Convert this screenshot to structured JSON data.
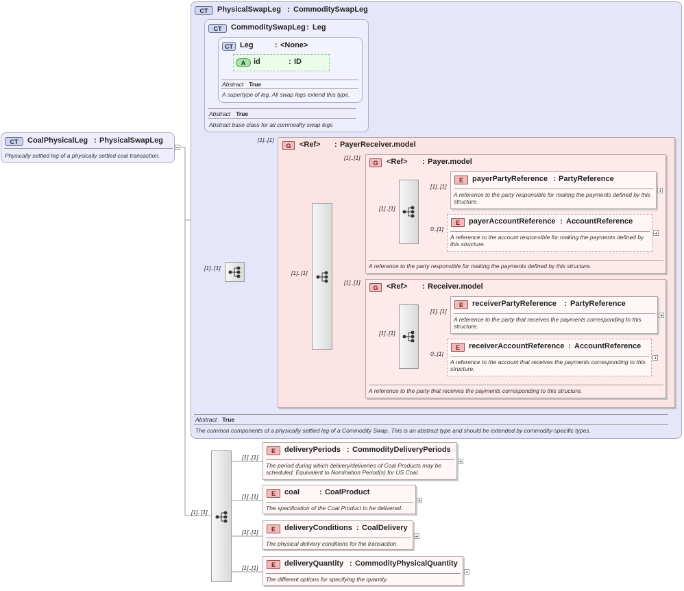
{
  "root": {
    "badge": "CT",
    "name": "CoalPhysicalLeg",
    "type": "PhysicalSwapLeg",
    "doc": "Physically settled leg of a physically settled coal transaction."
  },
  "physical_swap_leg": {
    "badge": "CT",
    "name": "PhysicalSwapLeg",
    "type": "CommoditySwapLeg",
    "abstract_label": "Abstract",
    "abstract_value": "True",
    "doc": "The common components of a physically settled leg of a Commodity Swap. This is an abstract type and should be extended by commodity-specific types."
  },
  "commodity_swap_leg": {
    "badge": "CT",
    "name": "CommoditySwapLeg",
    "type": "Leg",
    "abstract_label": "Abstract",
    "abstract_value": "True",
    "doc": "Abstract base class for all commodity swap legs"
  },
  "leg": {
    "badge": "CT",
    "name": "Leg",
    "type": "<None>",
    "abstract_label": "Abstract",
    "abstract_value": "True",
    "doc": "A supertype of leg. All swap legs extend this type.",
    "attribute": {
      "badge": "A",
      "name": "id",
      "type": "ID"
    }
  },
  "payer_receiver_model": {
    "badge": "G",
    "ref": "<Ref>",
    "type": "PayerReceiver.model",
    "card": "[1]..[1]",
    "seq_card": "[1]..[1]"
  },
  "payer_model": {
    "badge": "G",
    "ref": "<Ref>",
    "type": "Payer.model",
    "card": "[1]..[1]",
    "seq_card": "[1]..[1]",
    "doc": "A reference to the party responsible for making the payments defined by this structure.",
    "elements": [
      {
        "badge": "E",
        "name": "payerPartyReference",
        "type": "PartyReference",
        "card": "[1]..[1]",
        "doc": "A reference to the party responsible for making the payments defined by this structure."
      },
      {
        "badge": "E",
        "name": "payerAccountReference",
        "type": "AccountReference",
        "card": "0..[1]",
        "doc": "A reference to the account responsible for making the payments defined by this structure."
      }
    ]
  },
  "receiver_model": {
    "badge": "G",
    "ref": "<Ref>",
    "type": "Receiver.model",
    "card": "[1]..[1]",
    "seq_card": "[1]..[1]",
    "doc": "A reference to the party that receives the payments corresponding to this structure.",
    "elements": [
      {
        "badge": "E",
        "name": "receiverPartyReference",
        "type": "PartyReference",
        "card": "[1]..[1]",
        "doc": "A reference to the party that receives the payments corresponding to this structure."
      },
      {
        "badge": "E",
        "name": "receiverAccountReference",
        "type": "AccountReference",
        "card": "0..[1]",
        "doc": "A reference to the account that receives the payments corresponding to this structure."
      }
    ]
  },
  "outer_seq_card": "[1]..[1]",
  "bottom_seq_card": "[1]..[1]",
  "coal_elements": [
    {
      "badge": "E",
      "name": "deliveryPeriods",
      "type": "CommodityDeliveryPeriods",
      "card": "[1]..[1]",
      "doc": "The period during which delivery/deliveries of Coal Products may be scheduled. Equivalent to Nomination Period(s) for US Coal."
    },
    {
      "badge": "E",
      "name": "coal",
      "type": "CoalProduct",
      "card": "[1]..[1]",
      "doc": "The specification of the Coal Product to be delivered."
    },
    {
      "badge": "E",
      "name": "deliveryConditions",
      "type": "CoalDelivery",
      "card": "[1]..[1]",
      "doc": "The physical delivery conditions for the transaction."
    },
    {
      "badge": "E",
      "name": "deliveryQuantity",
      "type": "CommodityPhysicalQuantity",
      "card": "[1]..[1]",
      "doc": "The different options for specifying the quantity."
    }
  ],
  "colors": {
    "complex_type_bg": "#e6e6fb",
    "group_bg": "#fde4e4",
    "element_bg": "#fff7f7",
    "attribute_bg": "#e9fde9"
  }
}
